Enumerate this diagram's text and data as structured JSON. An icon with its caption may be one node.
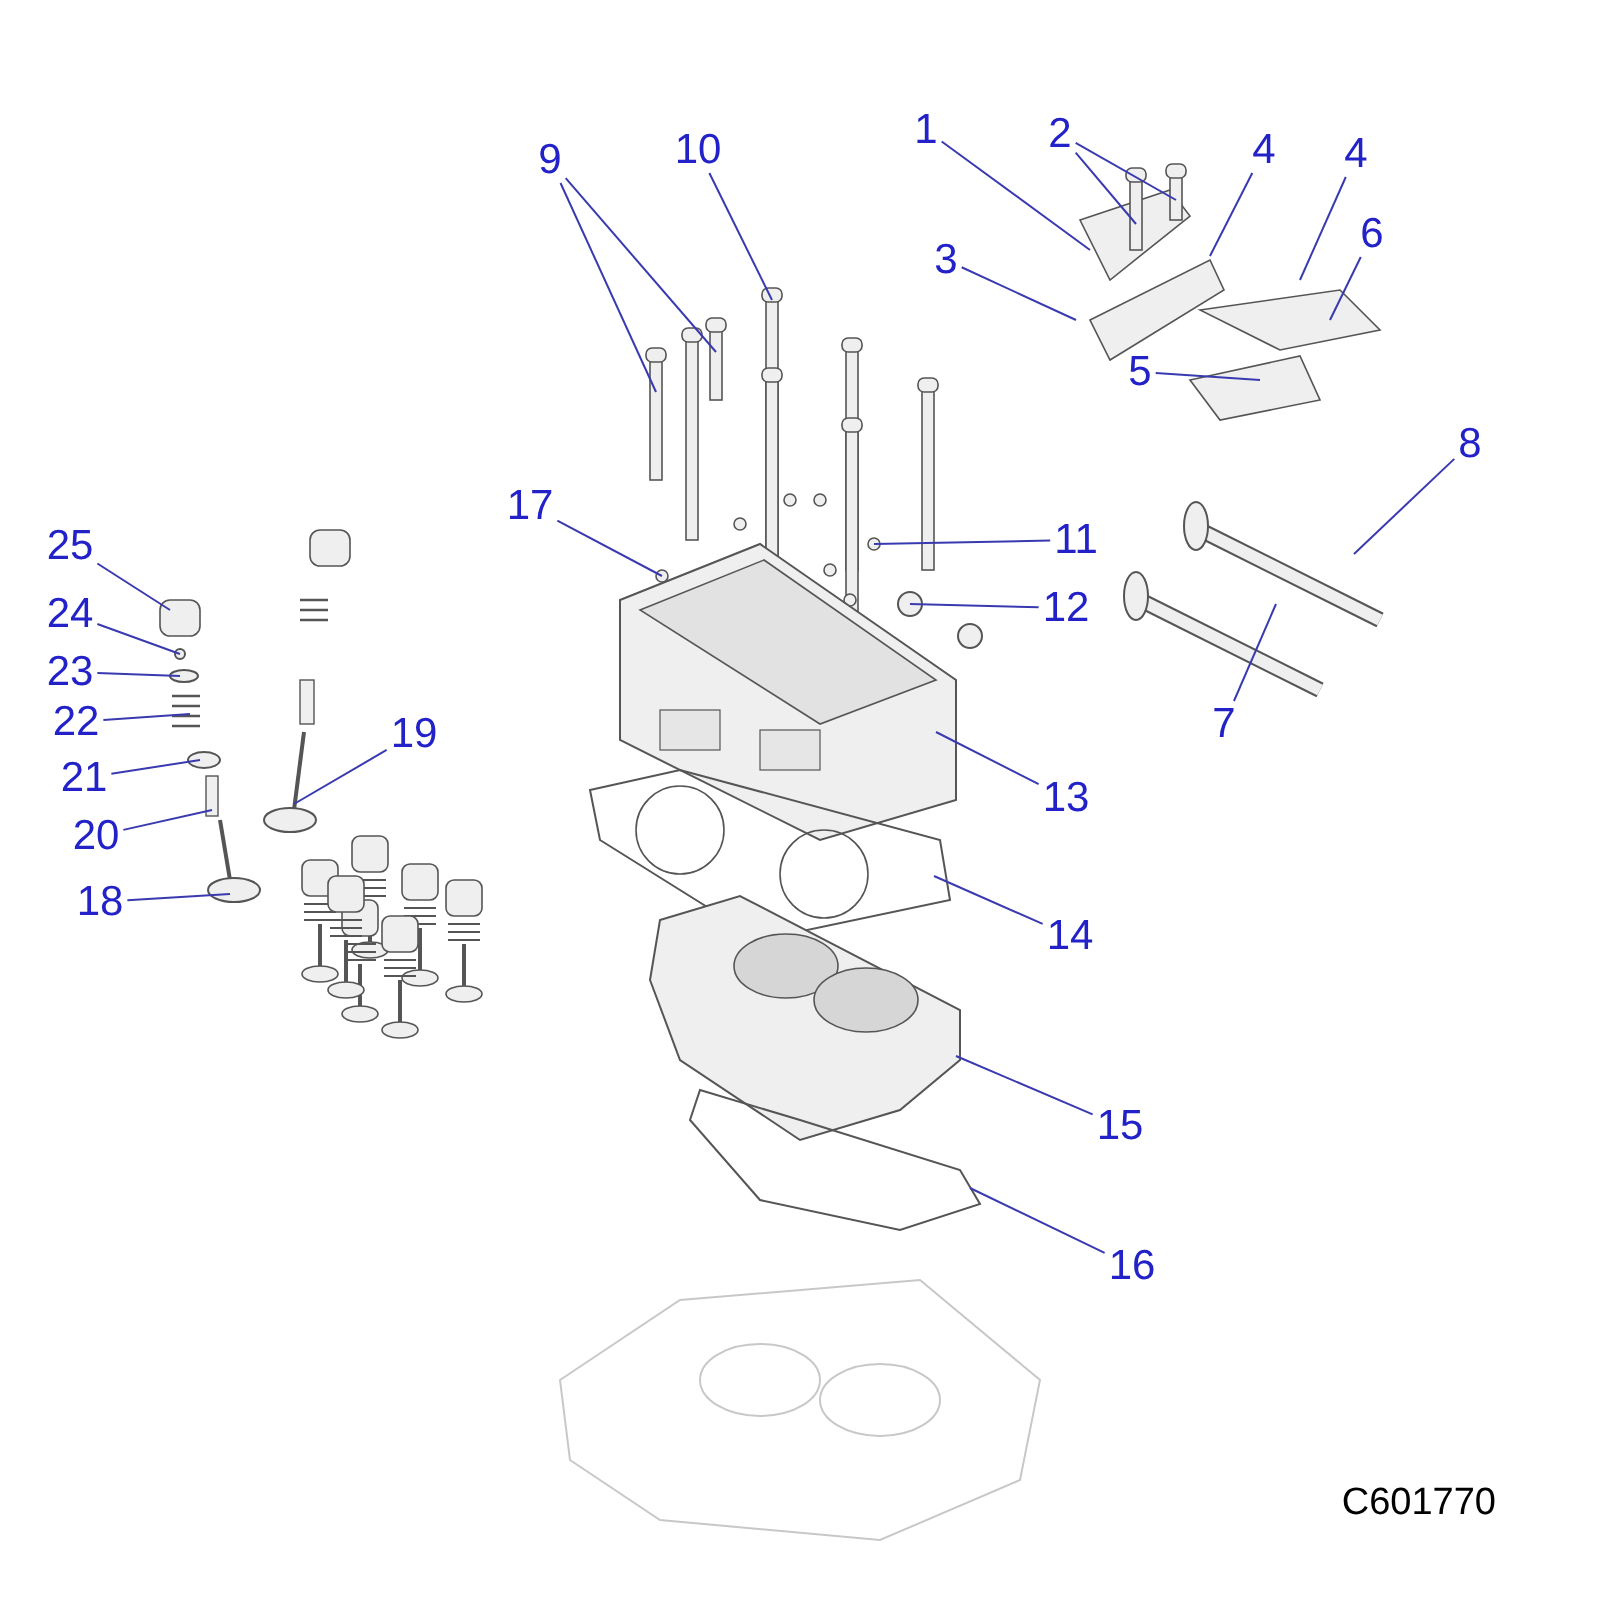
{
  "diagram": {
    "nodes": [
      {
        "text": [
          "1"
        ]
      },
      {
        "text": [
          "2"
        ]
      },
      {
        "text": [
          "4"
        ]
      },
      {
        "text": [
          "4"
        ]
      },
      {
        "text": [
          "3"
        ]
      },
      {
        "text": [
          "6"
        ]
      },
      {
        "text": [
          "5"
        ]
      },
      {
        "text": [
          "9"
        ]
      },
      {
        "text": [
          "10"
        ]
      },
      {
        "text": [
          "8"
        ]
      },
      {
        "text": [
          "17"
        ]
      },
      {
        "text": [
          "11"
        ]
      },
      {
        "text": [
          "12"
        ]
      },
      {
        "text": [
          "25"
        ]
      },
      {
        "text": [
          "24"
        ]
      },
      {
        "text": [
          "23"
        ]
      },
      {
        "text": [
          "22"
        ]
      },
      {
        "text": [
          "7"
        ]
      },
      {
        "text": [
          "19"
        ]
      },
      {
        "text": [
          "21"
        ]
      },
      {
        "text": [
          "20"
        ]
      },
      {
        "text": [
          "13"
        ]
      },
      {
        "text": [
          "18"
        ]
      },
      {
        "text": [
          "14"
        ]
      },
      {
        "text": [
          "15"
        ]
      },
      {
        "text": [
          "16"
        ]
      }
    ],
    "edges": [
      {
        "from": 0,
        "to": null,
        "arrow": "none"
      },
      {
        "from": 1,
        "to": null,
        "arrow": "none"
      },
      {
        "from": 1,
        "to": null,
        "arrow": "none"
      },
      {
        "from": 2,
        "to": null,
        "arrow": "none"
      },
      {
        "from": 3,
        "to": null,
        "arrow": "none"
      },
      {
        "from": 4,
        "to": null,
        "arrow": "none"
      },
      {
        "from": 5,
        "to": null,
        "arrow": "none"
      },
      {
        "from": 6,
        "to": null,
        "arrow": "none"
      },
      {
        "from": 7,
        "to": null,
        "arrow": "none"
      },
      {
        "from": 7,
        "to": null,
        "arrow": "none"
      },
      {
        "from": 8,
        "to": null,
        "arrow": "none"
      },
      {
        "from": 9,
        "to": null,
        "arrow": "none"
      },
      {
        "from": 10,
        "to": null,
        "arrow": "none"
      },
      {
        "from": 11,
        "to": null,
        "arrow": "none"
      },
      {
        "from": 12,
        "to": null,
        "arrow": "none"
      },
      {
        "from": 13,
        "to": null,
        "arrow": "none"
      },
      {
        "from": 14,
        "to": null,
        "arrow": "none"
      },
      {
        "from": 15,
        "to": null,
        "arrow": "none"
      },
      {
        "from": 16,
        "to": null,
        "arrow": "none"
      },
      {
        "from": 17,
        "to": null,
        "arrow": "none"
      },
      {
        "from": 18,
        "to": null,
        "arrow": "none"
      },
      {
        "from": 19,
        "to": null,
        "arrow": "none"
      },
      {
        "from": 20,
        "to": null,
        "arrow": "none"
      },
      {
        "from": 21,
        "to": null,
        "arrow": "none"
      },
      {
        "from": 22,
        "to": null,
        "arrow": "none"
      },
      {
        "from": 23,
        "to": null,
        "arrow": "none"
      },
      {
        "from": 24,
        "to": null,
        "arrow": "none"
      },
      {
        "from": 25,
        "to": null,
        "arrow": "none"
      }
    ],
    "labels": [
      "C601770"
    ]
  }
}
